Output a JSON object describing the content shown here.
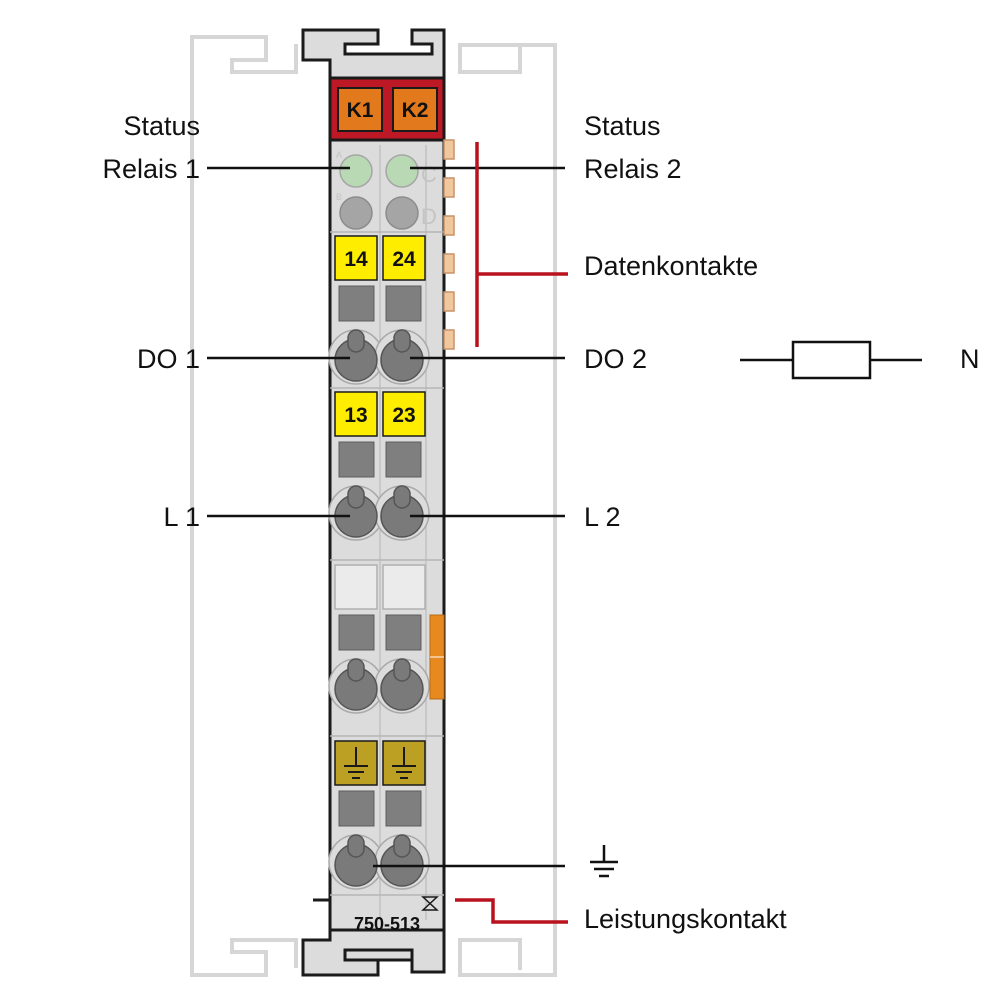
{
  "labels": {
    "status_left": "Status",
    "relay1": "Relais 1",
    "status_right": "Status",
    "relay2": "Relais 2",
    "data_contacts": "Datenkontakte",
    "do1": "DO 1",
    "do2": "DO 2",
    "n": "N",
    "l1": "L 1",
    "l2": "L 2",
    "power_contact": "Leistungskontakt"
  },
  "module": {
    "k1": "K1",
    "k2": "K2",
    "led_a": "A",
    "led_b": "B",
    "led_c": "C",
    "led_d": "D",
    "t14": "14",
    "t24": "24",
    "t13": "13",
    "t23": "23",
    "part_number": "750-513"
  },
  "colors": {
    "header_red": "#bd1826",
    "relay_orange": "#e27a1d",
    "terminal_yellow": "#ffed00",
    "ground_olive": "#bba024",
    "led_green": "#b8d9b3",
    "leader_red": "#b8121f",
    "housing_grey": "#dcdcdc"
  }
}
